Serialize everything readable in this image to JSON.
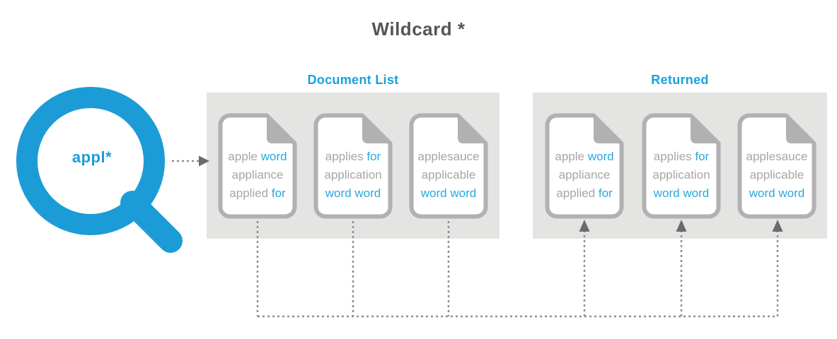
{
  "title": "Wildcard *",
  "search": {
    "query": "appl*"
  },
  "colors": {
    "blue": "#1C9CD7",
    "header_blue": "#17A2DC",
    "word_blue": "#2AA8DF",
    "title_gray": "#55565B",
    "doc_text_gray": "#A6A6A6",
    "box_bg": "#E4E4E3",
    "doc_border": "#B1B1B2",
    "dash_gray": "#8F8F8F",
    "arrow_gray": "#6A6B6D"
  },
  "sections": {
    "document_list": {
      "title": "Document List"
    },
    "returned": {
      "title": "Returned"
    }
  },
  "documents": {
    "doc1": {
      "lines": [
        [
          {
            "text": "apple ",
            "color": "gray"
          },
          {
            "text": "word",
            "color": "blue"
          }
        ],
        [
          {
            "text": "appliance",
            "color": "gray"
          }
        ],
        [
          {
            "text": "applied ",
            "color": "gray"
          },
          {
            "text": "for",
            "color": "blue"
          }
        ]
      ]
    },
    "doc2": {
      "lines": [
        [
          {
            "text": "applies ",
            "color": "gray"
          },
          {
            "text": "for",
            "color": "blue"
          }
        ],
        [
          {
            "text": "application",
            "color": "gray"
          }
        ],
        [
          {
            "text": "word word",
            "color": "blue"
          }
        ]
      ]
    },
    "doc3": {
      "lines": [
        [
          {
            "text": "applesauce",
            "color": "gray"
          }
        ],
        [
          {
            "text": "applicable",
            "color": "gray"
          }
        ],
        [
          {
            "text": "word word",
            "color": "blue"
          }
        ]
      ]
    }
  }
}
